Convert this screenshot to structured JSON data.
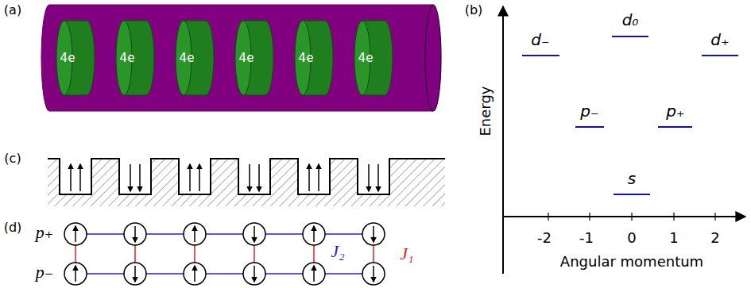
{
  "diagram": {
    "nodes": [
      {
        "text": [
          "4e"
        ]
      },
      {
        "text": [
          "4e"
        ]
      },
      {
        "text": [
          "4e"
        ]
      },
      {
        "text": [
          "4e"
        ]
      },
      {
        "text": [
          "4e"
        ]
      },
      {
        "text": [
          "4e"
        ]
      }
    ],
    "labels": [
      "(a)",
      "(b)",
      "(c)",
      "(d)",
      "d₋",
      "d₀",
      "d₊",
      "p₋",
      "p₊",
      "s",
      "Energy",
      "-2",
      "-1",
      "0",
      "1",
      "2",
      "Angular momentum",
      "p₊",
      "p₋",
      "J₂",
      "J₁"
    ]
  }
}
